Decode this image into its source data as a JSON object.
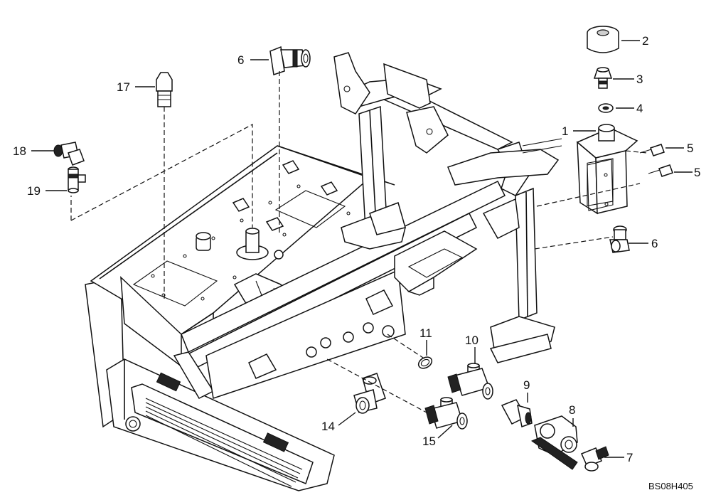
{
  "diagram": {
    "drawing_code": "BS08H405",
    "callouts": [
      {
        "id": "c1",
        "text": "1"
      },
      {
        "id": "c2",
        "text": "2"
      },
      {
        "id": "c3",
        "text": "3"
      },
      {
        "id": "c4",
        "text": "4"
      },
      {
        "id": "c5a",
        "text": "5"
      },
      {
        "id": "c5b",
        "text": "5"
      },
      {
        "id": "c6a",
        "text": "6"
      },
      {
        "id": "c6b",
        "text": "6"
      },
      {
        "id": "c7",
        "text": "7"
      },
      {
        "id": "c8",
        "text": "8"
      },
      {
        "id": "c9",
        "text": "9"
      },
      {
        "id": "c10",
        "text": "10"
      },
      {
        "id": "c11",
        "text": "11"
      },
      {
        "id": "c14",
        "text": "14"
      },
      {
        "id": "c15",
        "text": "15"
      },
      {
        "id": "c17",
        "text": "17"
      },
      {
        "id": "c18",
        "text": "18"
      },
      {
        "id": "c19",
        "text": "19"
      }
    ]
  }
}
